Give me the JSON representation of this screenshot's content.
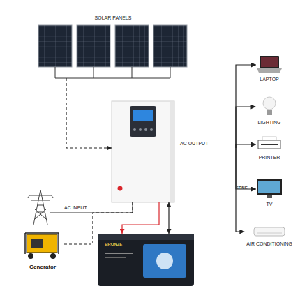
{
  "diagram": {
    "nodes": [
      {
        "text": [
          "SOLAR PANELS"
        ]
      },
      {
        "text": [
          "SRNE"
        ]
      },
      {
        "text": [
          "LAPTOP"
        ]
      },
      {
        "text": [
          "LIGHTING"
        ]
      },
      {
        "text": [
          "PRINTER"
        ]
      },
      {
        "text": [
          "TV"
        ]
      },
      {
        "text": [
          "AIR CONDITIONING"
        ]
      },
      {
        "text": [
          "Generator"
        ]
      },
      {
        "text": [
          "BRONZE"
        ]
      }
    ],
    "edges": [
      {
        "from": 0,
        "to": 1,
        "arrow": "to"
      },
      {
        "from": 1,
        "to": 2,
        "arrow": "to"
      },
      {
        "from": 1,
        "to": 3,
        "arrow": "to"
      },
      {
        "from": 1,
        "to": 4,
        "arrow": "to"
      },
      {
        "from": 1,
        "to": 5,
        "arrow": "to"
      },
      {
        "from": 1,
        "to": 6,
        "arrow": "to"
      },
      {
        "from": 7,
        "to": 1,
        "arrow": "none"
      },
      {
        "from": 1,
        "to": 8,
        "arrow": "to"
      },
      {
        "from": 1,
        "to": 8,
        "arrow": "both"
      }
    ],
    "labels": [
      "AC OUTPUT",
      "AC INPUT"
    ]
  }
}
